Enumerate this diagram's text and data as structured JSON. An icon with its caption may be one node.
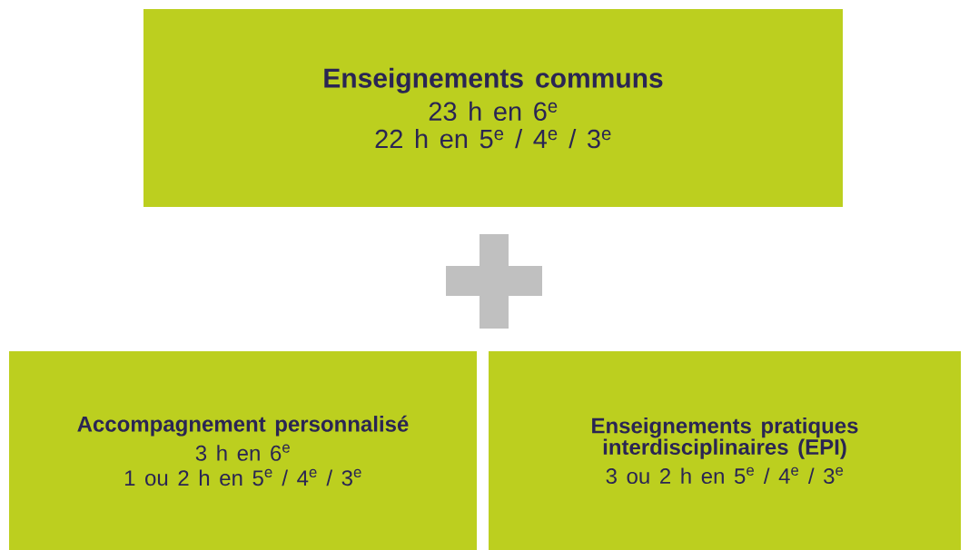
{
  "diagram": {
    "nodes": [
      {
        "text": [
          "Enseignements communs",
          "23 h en 6$^{e}$",
          "22 h en 5$^{e}$ / 4$^{e}$ / 3$^{e}$"
        ]
      },
      {
        "text": [],
        "shape": "cross"
      },
      {
        "text": [
          "Accompagnement personnalisé",
          "3 h en 6$^{e}$",
          "1 ou 2 h en 5$^{e}$ / 4$^{e}$ / 3$^{e}$"
        ]
      },
      {
        "text": [
          "Enseignements pratiques interdisciplinaires (EPI)",
          "3 ou 2 h en 5$^{e}$ / 4$^{e}$ / 3$^{e}$"
        ]
      }
    ]
  }
}
